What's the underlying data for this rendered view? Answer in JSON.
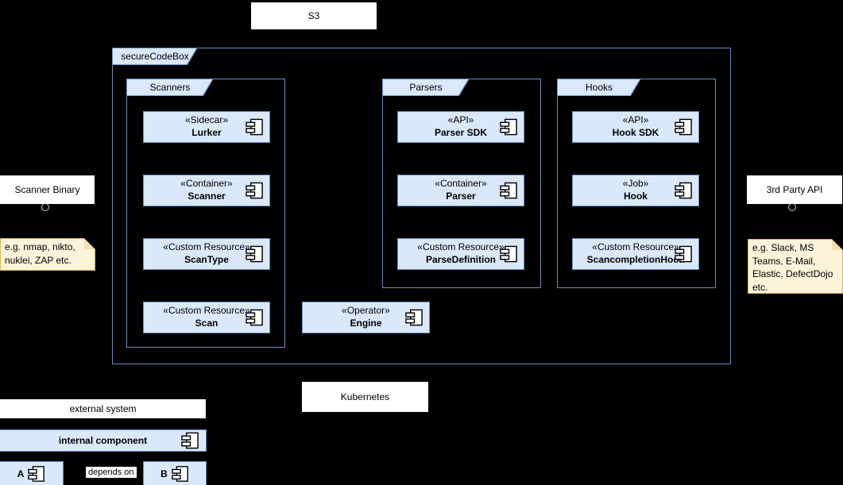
{
  "colors": {
    "background": "#000000",
    "component_fill": "#dae8fc",
    "component_stroke": "#6c8ebf",
    "note_fill": "#fcf3da",
    "note_stroke": "#d6b656",
    "note_fold": "#efe0b2",
    "external_node_fill": "#ffffff",
    "external_node_stroke": "#000000",
    "text": "#000000"
  },
  "external_nodes": {
    "s3": "S3",
    "scanner_binary": "Scanner Binary",
    "third_party_api": "3rd Party API",
    "kubernetes": "Kubernetes"
  },
  "container": {
    "label": "secureCodeBox"
  },
  "groups": {
    "scanners": "Scanners",
    "parsers": "Parsers",
    "hooks": "Hooks"
  },
  "components": {
    "lurker": {
      "stereotype": "«Sidecar»",
      "name": "Lurker"
    },
    "scanner": {
      "stereotype": "«Container»",
      "name": "Scanner"
    },
    "scantype": {
      "stereotype": "«Custom Resource»",
      "name": "ScanType"
    },
    "scan": {
      "stereotype": "«Custom Resource»",
      "name": "Scan"
    },
    "parser_sdk": {
      "stereotype": "«API»",
      "name": "Parser SDK"
    },
    "parser": {
      "stereotype": "«Container»",
      "name": "Parser"
    },
    "parse_definition": {
      "stereotype": "«Custom Resource»",
      "name": "ParseDefinition"
    },
    "hook_sdk": {
      "stereotype": "«API»",
      "name": "Hook SDK"
    },
    "hook": {
      "stereotype": "«Job»",
      "name": "Hook"
    },
    "scan_completion_hook": {
      "stereotype": "«Custom Resource»",
      "name": "ScancompletionHook"
    },
    "engine": {
      "stereotype": "«Operator»",
      "name": "Engine"
    }
  },
  "notes": {
    "scanner_examples": "e.g. nmap, nikto, nuklei, ZAP etc.",
    "third_party_examples": "e.g. Slack, MS Teams, E-Mail, Elastic, DefectDojo etc."
  },
  "legend": {
    "external_system": "external system",
    "internal_component": "internal component",
    "node_a": "A",
    "node_b": "B",
    "depends_on": "depends on"
  }
}
